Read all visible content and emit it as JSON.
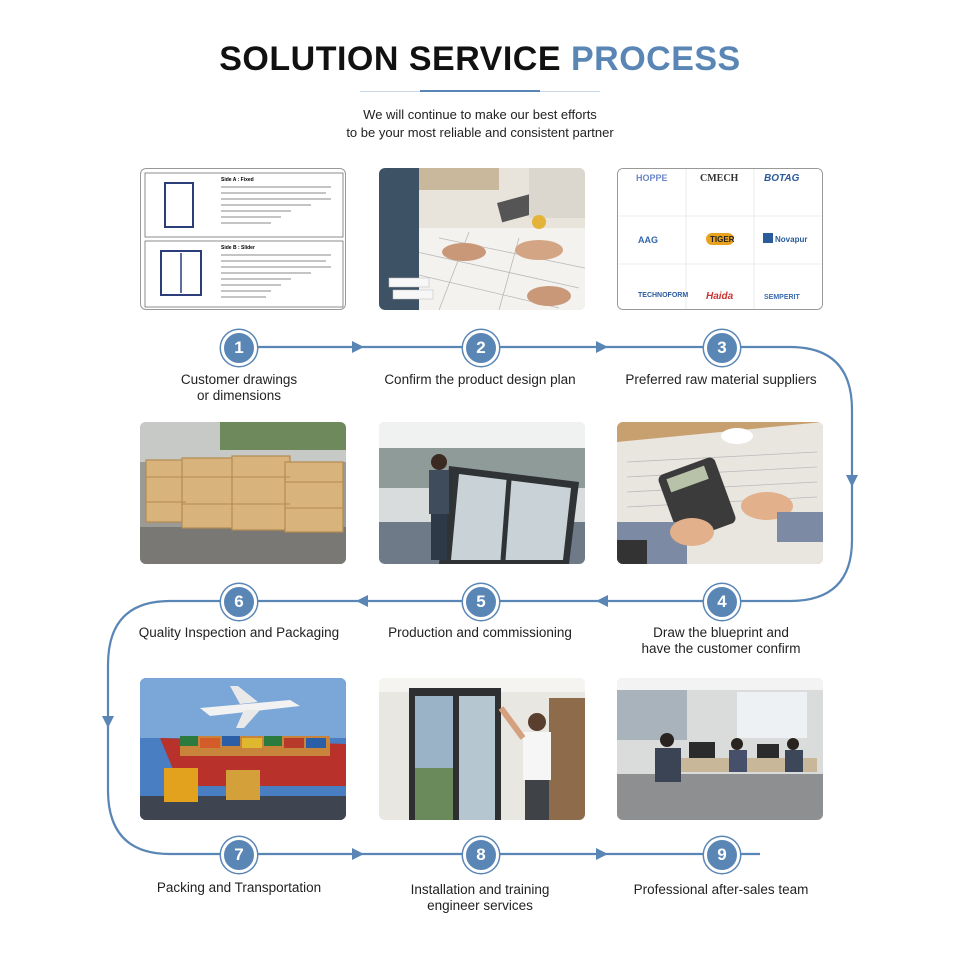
{
  "header": {
    "title_part1": "SOLUTION SERVICE",
    "title_part2": "PROCESS",
    "subtitle_line1": "We will continue to make our best efforts",
    "subtitle_line2": "to be your most reliable and consistent partner"
  },
  "colors": {
    "accent": "#5a86b6",
    "title": "#111111"
  },
  "steps": [
    {
      "num": "1",
      "line1": "Customer drawings",
      "line2": "or dimensions"
    },
    {
      "num": "2",
      "line1": "Confirm the product design plan",
      "line2": ""
    },
    {
      "num": "3",
      "line1": "Preferred raw material suppliers",
      "line2": ""
    },
    {
      "num": "4",
      "line1": "Draw the blueprint and",
      "line2": "have the customer confirm"
    },
    {
      "num": "5",
      "line1": "Production and commissioning",
      "line2": ""
    },
    {
      "num": "6",
      "line1": "Quality Inspection and Packaging",
      "line2": ""
    },
    {
      "num": "7",
      "line1": "Packing and Transportation",
      "line2": ""
    },
    {
      "num": "8",
      "line1": "Installation and training",
      "line2": "engineer services"
    },
    {
      "num": "9",
      "line1": "Professional after-sales team",
      "line2": ""
    }
  ],
  "supplier_logos": [
    "HOPPE",
    "CMECH",
    "BOTAG",
    "AAG",
    "TIGER",
    "Novapur",
    "TECHNOFORM",
    "Haida",
    "SEMPERIT"
  ],
  "drawing_sheet": {
    "side_a": "Side A : Fixed",
    "side_b": "Side B : Slider"
  }
}
